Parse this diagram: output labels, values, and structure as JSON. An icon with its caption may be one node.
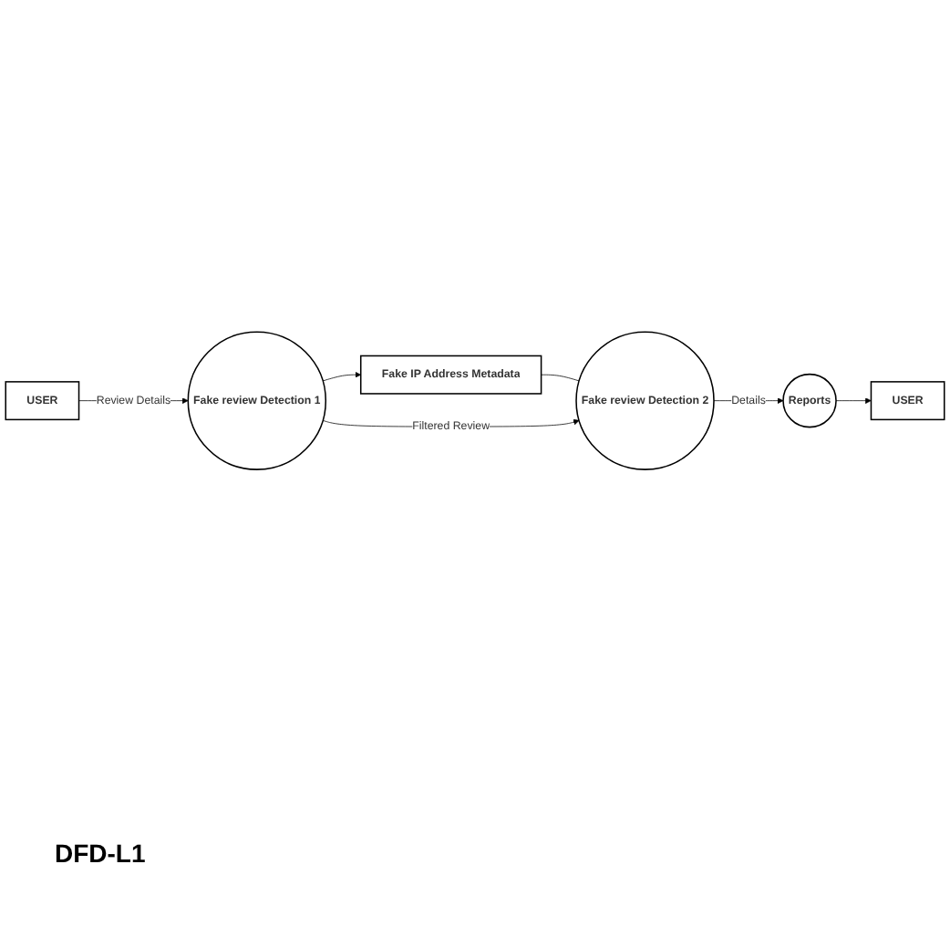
{
  "diagram": {
    "nodes": [
      {
        "text": [
          "USER"
        ]
      },
      {
        "text": [
          "Fake IP Address Metadata"
        ]
      },
      {
        "text": [
          "Fake review Detection 1"
        ]
      },
      {
        "text": [
          "Fake review Detection 2"
        ]
      },
      {
        "text": [
          "Reports"
        ]
      },
      {
        "text": [
          "USER"
        ]
      }
    ],
    "edges": [
      {
        "from": 0,
        "to": 2,
        "arrow": "to",
        "label": "Review Details"
      },
      {
        "from": 2,
        "to": 1,
        "arrow": "to"
      },
      {
        "from": 1,
        "to": 3,
        "arrow": "none"
      },
      {
        "from": 2,
        "to": 3,
        "arrow": "to",
        "label": "Filtered Review"
      },
      {
        "from": 3,
        "to": 4,
        "arrow": "to",
        "label": "Details"
      },
      {
        "from": 4,
        "to": 5,
        "arrow": "to"
      }
    ],
    "labels": [
      "DFD-L1"
    ]
  }
}
